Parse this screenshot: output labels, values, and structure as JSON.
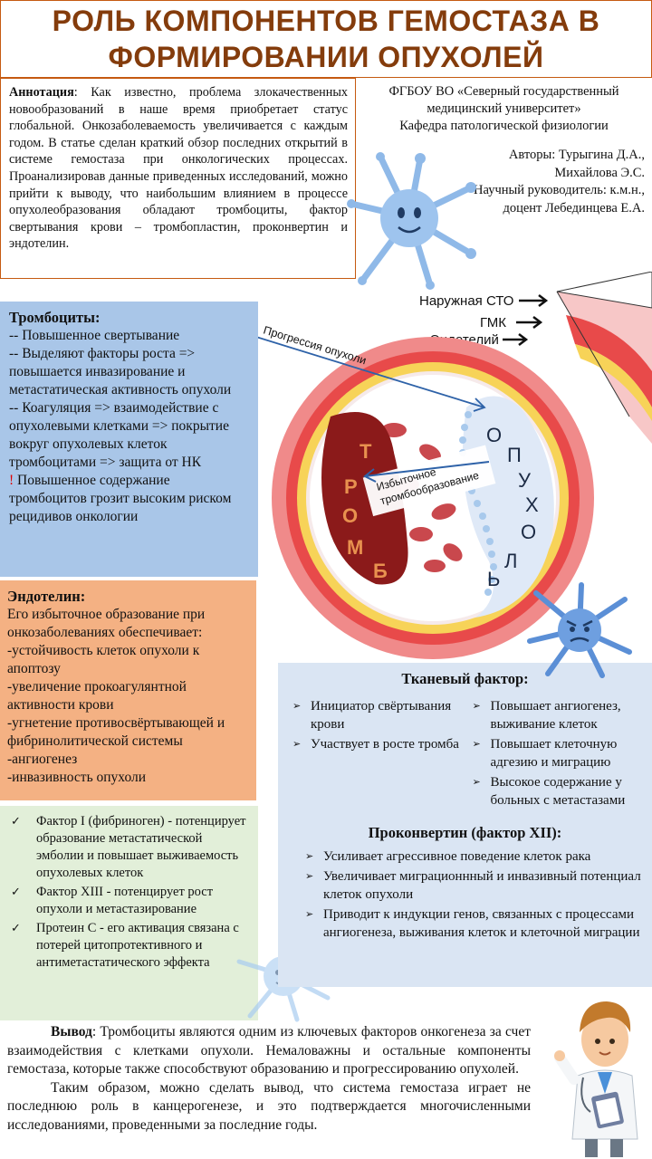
{
  "title": {
    "line1": "РОЛЬ КОМПОНЕНТОВ ГЕМОСТАЗА В",
    "line2": "ФОРМИРОВАНИИ ОПУХОЛЕЙ"
  },
  "abstract": {
    "label": "Аннотация",
    "text": ": Как известно, проблема злокачественных новообразований в наше время приобретает статус глобальной. Онкозаболеваемость увеличивается с каждым годом. В статье сделан краткий обзор последних открытий в системе гемостаза при онкологических процессах. Проанализировав данные приведенных исследований, можно прийти к выводу, что наибольшим влиянием в процессе опухолеобразования обладают тромбоциты, фактор свертывания крови – тромбопластин, проконвертин и эндотелин."
  },
  "institution": {
    "line1": "ФГБОУ ВО «Северный государственный",
    "line2": "медицинский университет»",
    "line3": "Кафедра патологической физиологии"
  },
  "authors": {
    "line1": "Авторы: Турыгина Д.А.,",
    "line2": "Михайлова Э.С.",
    "line3": "Научный руководитель: к.м.н.,",
    "line4": "доцент Лебединцева Е.А."
  },
  "platelets": {
    "heading": "Тромбоциты:",
    "lines": [
      "-- Повышенное свертывание",
      "-- Выделяют факторы роста => повышается инвазирование и метастатическая активность опухоли",
      "-- Коагуляция => взаимодействие с опухолевыми клетками => покрытие вокруг опухолевых клеток тромбоцитами => защита от НК"
    ],
    "warning_mark": "!",
    "warning_text": " Повышенное содержание тромбоцитов грозит высоким риском рецидивов онкологии"
  },
  "endothelin": {
    "heading": "Эндотелин:",
    "intro": " Его избыточное образование при онкозаболеваниях обеспечивает:",
    "items": [
      "-устойчивость клеток опухоли к апоптозу",
      "-увеличение прокоагулянтной активности крови",
      "-угнетение противосвёртывающей и фибринолитической системы",
      "-ангиогенез",
      "-инвазивность опухоли"
    ]
  },
  "factors": {
    "items": [
      "Фактор I (фибриноген) - потенцирует образование метастатической эмболии и повышает выживаемость опухолевых клеток",
      "Фактор XIII - потенцирует рост опухоли и метастазирование",
      "Протеин С - его активация связана с потерей цитопротективного и антиметастатического эффекта"
    ]
  },
  "tissue_factor": {
    "heading": "Тканевый фактор:",
    "col1": [
      "Инициатор свёртывания крови",
      "Участвует в росте тромба"
    ],
    "col2": [
      "Повышает ангиогенез, выживание клеток",
      "Повышает клеточную адгезию и миграцию",
      "Высокое содержание у больных с метастазами"
    ]
  },
  "proconvertin": {
    "heading": "Проконвертин (фактор XII):",
    "items": [
      "Усиливает агрессивное поведение клеток рака",
      "Увеличивает миграционнный и инвазивный потенциал клеток опухоли",
      "Приводит к индукции генов, связанных с процессами ангиогенеза, выживания клеток и клеточной миграции"
    ]
  },
  "diagram": {
    "label_outer": "Наружная СТО",
    "label_smc": "ГМК",
    "label_endothelium": "Эндотелий",
    "label_progression": "Прогрессия опухоли",
    "label_thrombosis_1": "Избыточное",
    "label_thrombosis_2": "тромбообразование",
    "thrombus_letters": [
      "Т",
      "Р",
      "О",
      "М",
      "Б"
    ],
    "tumor_letters": [
      "О",
      "П",
      "У",
      "Х",
      "О",
      "Л",
      "Ь"
    ]
  },
  "conclusion": {
    "label": "Вывод",
    "p1": ": Тромбоциты являются одним из ключевых факторов онкогенеза за счет взаимодействия с клетками опухоли. Немаловажны и остальные компоненты гемостаза, которые также способствуют образованию и прогрессированию опухолей.",
    "p2": "Таким образом, можно сделать вывод, что система гемостаза играет не последнюю роль в канцерогенезе, и это подтверждается многочисленными исследованиями, проведенными за последние годы."
  },
  "colors": {
    "title": "#843c0c",
    "border": "#c55a11",
    "platelets_bg": "#a9c6e8",
    "endothelin_bg": "#f4b183",
    "factors_bg": "#e2efd9",
    "tissue_bg": "#dae5f3",
    "thrombus": "#8b1a1a",
    "vessel_wall": "#e84a4a"
  }
}
